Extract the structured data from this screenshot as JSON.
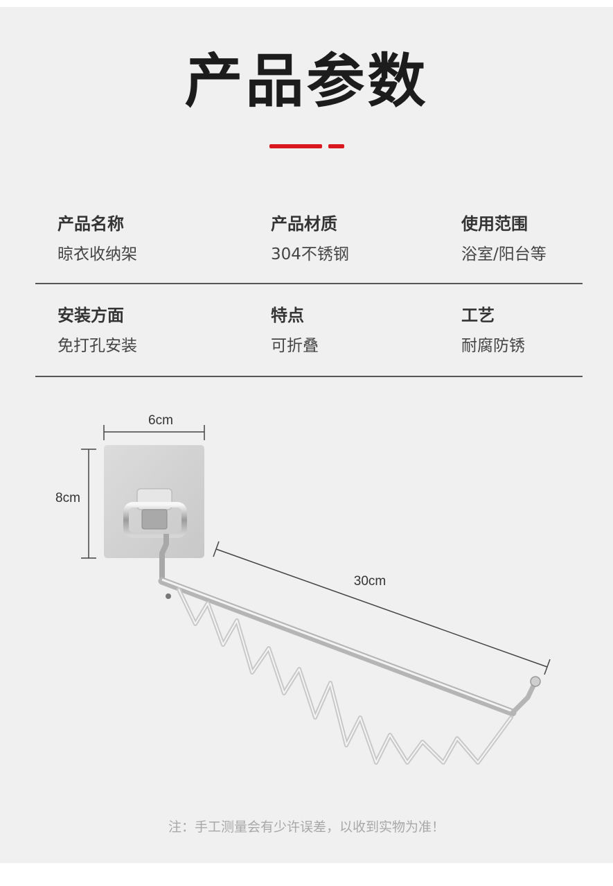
{
  "title": "产品参数",
  "colors": {
    "accent": "#d9171e",
    "panel": "#f0f0f0",
    "text": "#333333"
  },
  "specs": [
    {
      "label": "产品名称",
      "value": "晾衣收纳架"
    },
    {
      "label": "产品材质",
      "value": "304不锈钢"
    },
    {
      "label": "使用范围",
      "value": "浴室/阳台等"
    },
    {
      "label": "安装方面",
      "value": "免打孔安装"
    },
    {
      "label": "特点",
      "value": "可折叠"
    },
    {
      "label": "工艺",
      "value": "耐腐防锈"
    }
  ],
  "dimensions": {
    "width": "6cm",
    "height": "8cm",
    "length": "30cm"
  },
  "note": "注：手工测量会有少许误差，以收到实物为准！"
}
